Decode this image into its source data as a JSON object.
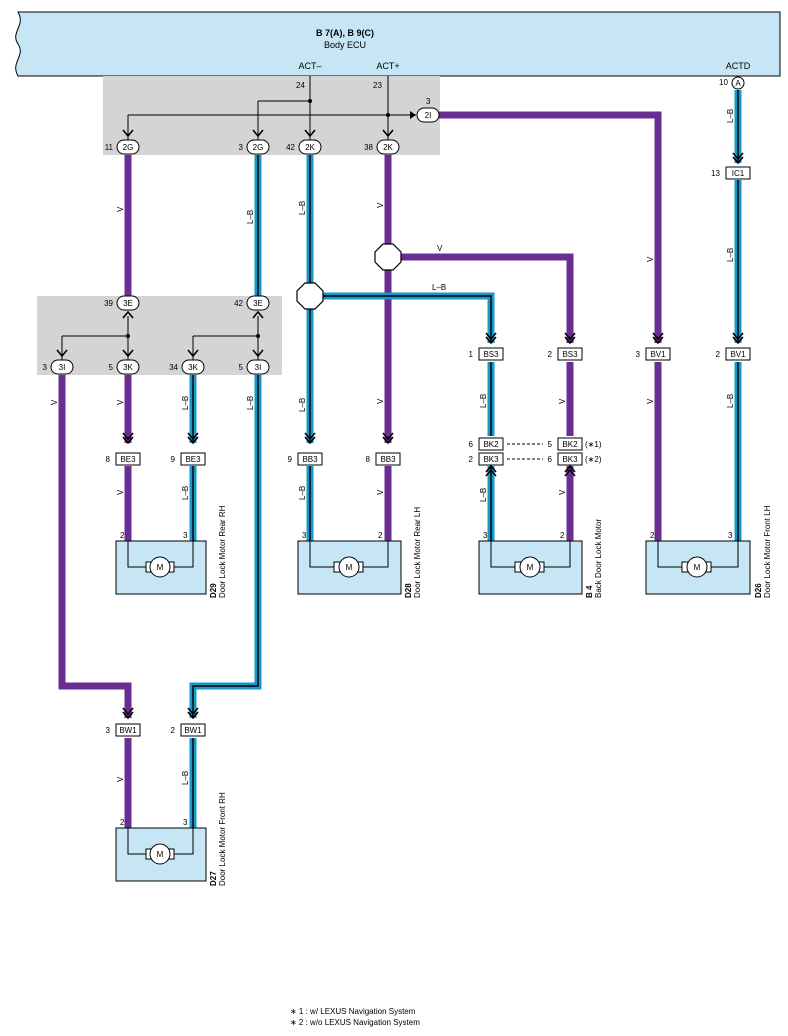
{
  "ecu": {
    "title": "B 7(A), B 9(C)",
    "subtitle": "Body ECU",
    "act_minus": "ACT–",
    "act_plus": "ACT+",
    "actd": "ACTD",
    "pin_24": "24",
    "pin_23": "23",
    "pin_10": "10",
    "pin_A": "A"
  },
  "junction_top": {
    "j_2I": {
      "pin": "3",
      "label": "2I"
    },
    "j_2G_a": {
      "pin": "11",
      "label": "2G"
    },
    "j_2G_b": {
      "pin": "3",
      "label": "2G"
    },
    "j_2K_a": {
      "pin": "42",
      "label": "2K"
    },
    "j_2K_b": {
      "pin": "38",
      "label": "2K"
    }
  },
  "junction_mid": {
    "j_3E_a": {
      "pin": "39",
      "label": "3E"
    },
    "j_3E_b": {
      "pin": "42",
      "label": "3E"
    },
    "j_3I_a": {
      "pin": "3",
      "label": "3I"
    },
    "j_3K_a": {
      "pin": "5",
      "label": "3K"
    },
    "j_3K_b": {
      "pin": "34",
      "label": "3K"
    },
    "j_3I_b": {
      "pin": "5",
      "label": "3I"
    }
  },
  "connectors": {
    "be3_a": {
      "pin": "8",
      "label": "BE3"
    },
    "be3_b": {
      "pin": "9",
      "label": "BE3"
    },
    "bb3_a": {
      "pin": "9",
      "label": "BB3"
    },
    "bb3_b": {
      "pin": "8",
      "label": "BB3"
    },
    "bs3_a": {
      "pin": "1",
      "label": "BS3"
    },
    "bs3_b": {
      "pin": "2",
      "label": "BS3"
    },
    "bk2_a": {
      "pin": "6",
      "label": "BK2"
    },
    "bk3_a": {
      "pin": "2",
      "label": "BK3"
    },
    "bk2_b": {
      "pin": "5",
      "label": "BK2",
      "note": "(∗1)"
    },
    "bk3_b": {
      "pin": "6",
      "label": "BK3",
      "note": "(∗2)"
    },
    "bv1_a": {
      "pin": "3",
      "label": "BV1"
    },
    "bv1_b": {
      "pin": "2",
      "label": "BV1"
    },
    "ic1": {
      "pin": "13",
      "label": "IC1"
    },
    "bw1_a": {
      "pin": "3",
      "label": "BW1"
    },
    "bw1_b": {
      "pin": "2",
      "label": "BW1"
    }
  },
  "wire_labels": {
    "v": "V",
    "lb": "L–B"
  },
  "motors": {
    "d29": {
      "code": "D29",
      "name": "Door Lock Motor Rear RH",
      "pin_a": "2",
      "pin_b": "3",
      "symbol": "M"
    },
    "d28": {
      "code": "D28",
      "name": "Door Lock Motor Rear LH",
      "pin_a": "3",
      "pin_b": "2",
      "symbol": "M"
    },
    "b4": {
      "code": "B 4",
      "name": "Back Door Lock Motor",
      "pin_a": "3",
      "pin_b": "2",
      "symbol": "M"
    },
    "d26": {
      "code": "D26",
      "name": "Door Lock Motor Front LH",
      "pin_a": "2",
      "pin_b": "3",
      "symbol": "M"
    },
    "d27": {
      "code": "D27",
      "name": "Door Lock Motor Front RH",
      "pin_a": "2",
      "pin_b": "3",
      "symbol": "M"
    }
  },
  "footnotes": [
    "∗ 1 : w/ LEXUS Navigation System",
    "∗ 2 : w/o LEXUS Navigation System"
  ],
  "colors": {
    "wire_v": "#6a2d91",
    "wire_lb": "#1a97c8",
    "ecu_fill": "#c6e6f5",
    "junction_fill": "#d4d4d4"
  }
}
